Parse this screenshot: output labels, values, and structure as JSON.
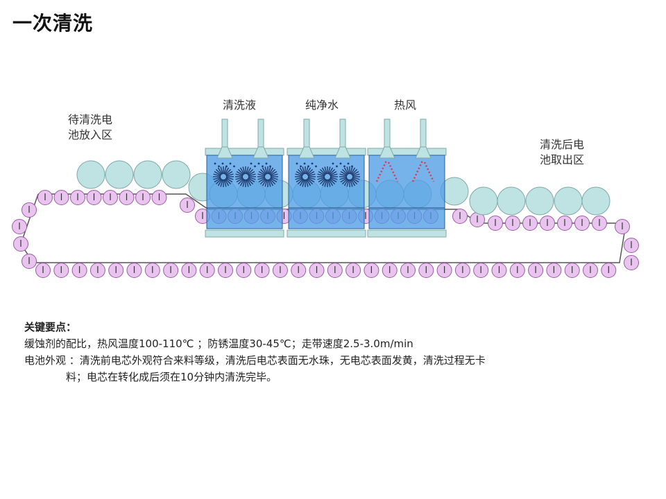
{
  "title": "一次清洗",
  "zones": {
    "input_area": [
      "待清洗电",
      "池放入区"
    ],
    "output_area": [
      "清洗后电",
      "池取出区"
    ],
    "tank1": "清洗液",
    "tank2": "纯净水",
    "tank3": "热风"
  },
  "colors": {
    "roller_fill": "#e9c4ef",
    "roller_stroke": "#9b5aa3",
    "cell_fill": "#bfe3e3",
    "tank_fill": "#4f9ee6",
    "tank_frame": "#bfe3e3",
    "bristle": "#1e3a6e",
    "hot_air": "#e0364d"
  },
  "notes": {
    "heading": "关键要点：",
    "line1": "缓蚀剂的配比，热风温度100-110℃ ；防锈温度30-45℃；走带速度2.5-3.0m/min",
    "line2a": "电池外观 ：清洗前电芯外观符合来料等级，清洗后电芯表面无水珠，无电芯表面发黄，清洗过程无卡",
    "line2b": "料；电芯在转化成后须在10分钟内清洗完毕。"
  }
}
